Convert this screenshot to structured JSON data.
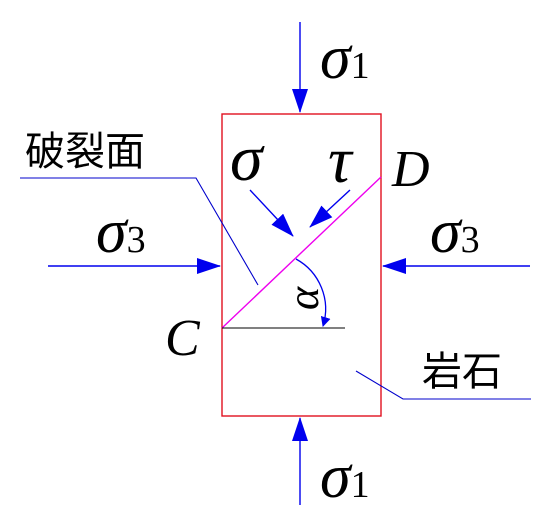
{
  "labels": {
    "sigma1_top": {
      "sym": "σ",
      "sub": "1"
    },
    "sigma1_bottom": {
      "sym": "σ",
      "sub": "1"
    },
    "sigma3_left": {
      "sym": "σ",
      "sub": "3"
    },
    "sigma3_right": {
      "sym": "σ",
      "sub": "3"
    },
    "sigma": "σ",
    "tau": "τ",
    "alpha": "α",
    "point_c": "C",
    "point_d": "D",
    "fracture_plane": "破裂面",
    "rock": "岩石"
  },
  "colors": {
    "arrow": "#0000ee",
    "rock_outline": "#e01020",
    "fracture_line": "#ee00ee",
    "text": "#000000",
    "leader": "#0000cc"
  }
}
